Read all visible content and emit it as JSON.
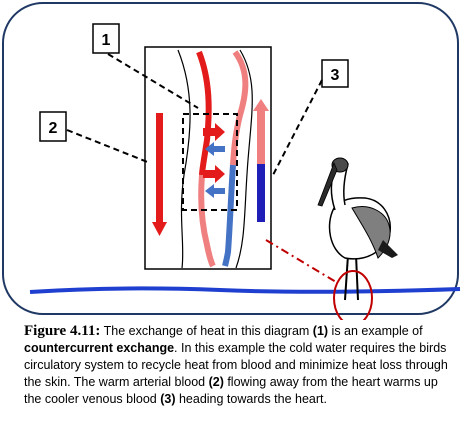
{
  "callouts": {
    "one": "1",
    "two": "2",
    "three": "3"
  },
  "caption": {
    "figure_label": "Figure 4.11:",
    "part1": " The exchange of heat in this diagram ",
    "ref1": "(1)",
    "part2": " is an example of ",
    "term": "countercurrent exchange",
    "part3": ". In this example the cold water requires the birds circulatory system to recycle heat from blood and minimize heat loss through the skin. The warm arterial blood ",
    "ref2": "(2)",
    "part4": " flowing away from the heart warms up the cooler venous blood ",
    "ref3": "(3)",
    "part5": " heading towards the heart."
  },
  "colors": {
    "frame": "#1f3864",
    "artery_warm": "#e31b1b",
    "artery_cool": "#f08080",
    "vein_warm": "#8ab4e8",
    "vein_cold": "#4472c4",
    "vein_dark": "#1f1fb8",
    "water": "#1f3fd0",
    "bird_body": "#ffffff",
    "bird_wing": "#7f7f7f"
  }
}
